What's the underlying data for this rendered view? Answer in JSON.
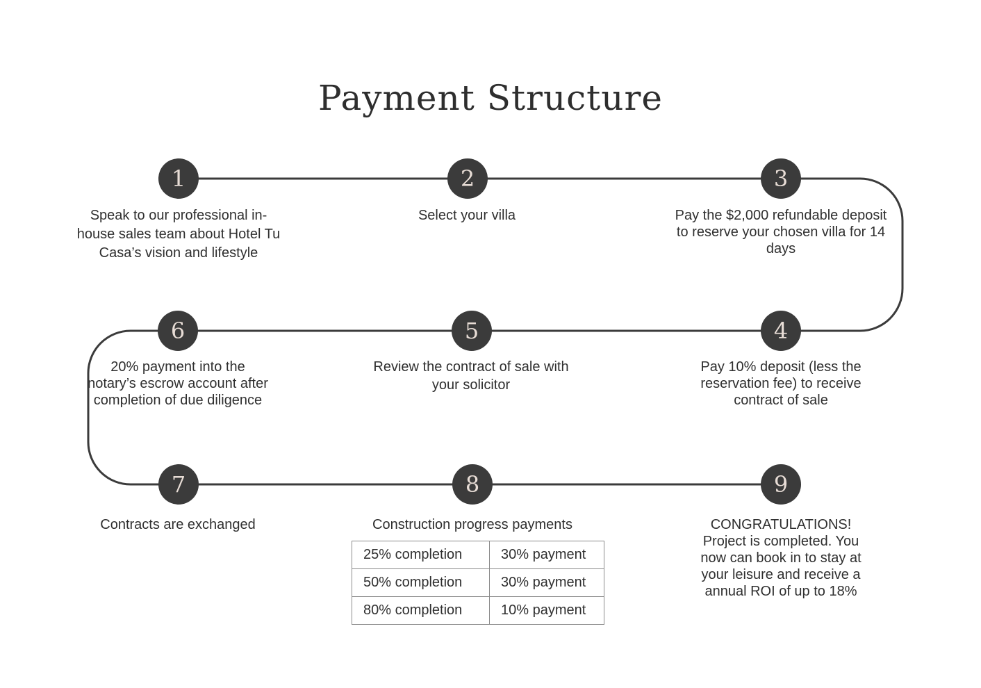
{
  "title": "Payment Structure",
  "steps": [
    {
      "number": "1",
      "text": "Speak to our professional in-house sales team about Hotel Tu Casa’s vision and lifestyle"
    },
    {
      "number": "2",
      "text": "Select your villa"
    },
    {
      "number": "3",
      "text": "Pay the $2,000 refundable deposit to reserve your chosen villa for 14 days"
    },
    {
      "number": "4",
      "text": "Pay 10% deposit (less the reservation fee) to receive contract of sale"
    },
    {
      "number": "5",
      "text": "Review the contract of sale with your solicitor"
    },
    {
      "number": "6",
      "text": "20% payment into the notary’s escrow account after completion of due diligence"
    },
    {
      "number": "7",
      "text": "Contracts are exchanged"
    },
    {
      "number": "8",
      "text": "Construction progress payments"
    },
    {
      "number": "9",
      "text": "CONGRATULATIONS! Project is completed. You now can book in to stay at your leisure and receive a annual ROI of up to 18%"
    }
  ],
  "progress_payments": [
    {
      "milestone": "25% completion",
      "payment": "30% payment"
    },
    {
      "milestone": "50% completion",
      "payment": "30% payment"
    },
    {
      "milestone": "80% completion",
      "payment": "10% payment"
    }
  ],
  "colors": {
    "node_fill": "#3b3b3b",
    "node_text": "#e8ddd6",
    "connector": "#3b3b3b",
    "text": "#2f2f2f"
  }
}
